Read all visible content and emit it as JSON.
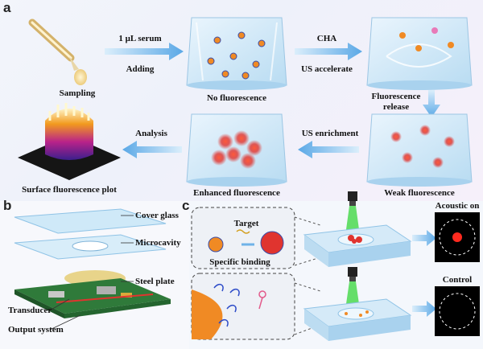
{
  "panels": {
    "a": "a",
    "b": "b",
    "c": "c"
  },
  "panel_a": {
    "sampling": "Sampling",
    "arrow1_top": "1 μL serum",
    "arrow1_bottom": "Adding",
    "no_fluorescence": "No fluorescence",
    "arrow2_top": "CHA",
    "arrow2_bottom": "US accelerate",
    "fluorescence_release_1": "Fluorescence",
    "fluorescence_release_2": "release",
    "weak_fluorescence": "Weak fluorescence",
    "us_enrichment": "US enrichment",
    "enhanced_fluorescence": "Enhanced fluorescence",
    "analysis": "Analysis",
    "surface_plot": "Surface fluorescence plot"
  },
  "panel_b": {
    "cover_glass": "Cover glass",
    "microcavity": "Microcavity",
    "steel_plate": "Steel plate",
    "transducer": "Transducer",
    "output_system": "Output system"
  },
  "panel_c": {
    "target": "Target",
    "specific_binding": "Specific binding",
    "acoustic_on": "Acoustic on",
    "control": "Control"
  },
  "colors": {
    "arrow": "#6fb2e8",
    "glass": "#cfe6f6",
    "nanoparticle": "#f08a24",
    "fluor_red": "#e0342f",
    "laser_green": "#35d63a",
    "pcb_green": "#2f7a3a"
  }
}
